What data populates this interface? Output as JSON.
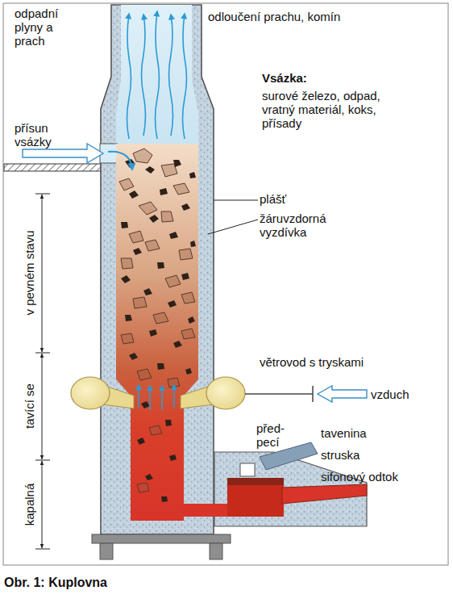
{
  "diagram": {
    "caption": "Obr. 1: Kuplovna",
    "labels": [
      "odpadní plyny a prach",
      "odloučení prachu, komín",
      "Vsázka:",
      "surové železo, odpad, vratný materiál, koks, přísady",
      "přísun vsázky",
      "plášť",
      "žáruvzdorná vyzdívka",
      "v pevném stavu",
      "tavící se",
      "větrovod s tryskami",
      "vzduch",
      "kapalná",
      "před-pecí",
      "tavenina",
      "struska",
      "sifonový odtok"
    ]
  }
}
